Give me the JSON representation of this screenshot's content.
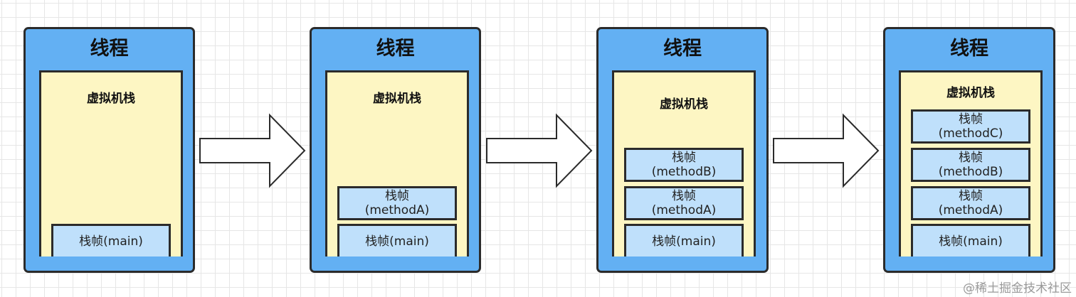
{
  "threads": [
    {
      "title": "线程",
      "stack_title": "虚拟机栈",
      "frames": [
        "栈帧(main)"
      ]
    },
    {
      "title": "线程",
      "stack_title": "虚拟机栈",
      "frames": [
        "栈帧\n(methodA)",
        "栈帧(main)"
      ]
    },
    {
      "title": "线程",
      "stack_title": "虚拟机栈",
      "frames": [
        "栈帧\n(methodB)",
        "栈帧\n(methodA)",
        "栈帧(main)"
      ]
    },
    {
      "title": "线程",
      "stack_title": "虚拟机栈",
      "frames": [
        "栈帧\n(methodC)",
        "栈帧\n(methodB)",
        "栈帧\n(methodA)",
        "栈帧(main)"
      ]
    }
  ],
  "arrow_count": 3,
  "watermark": "@稀土掘金技术社区",
  "colors": {
    "thread_fill": "#63b0f3",
    "stack_fill": "#fdf6c3",
    "frame_fill": "#bfe0fb",
    "outline": "#2b2b2b"
  }
}
